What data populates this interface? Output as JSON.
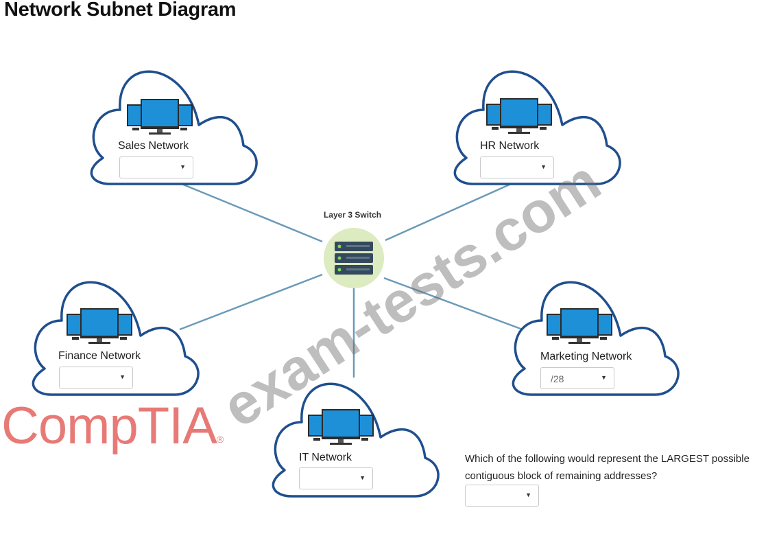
{
  "title": "Network Subnet Diagram",
  "switch": {
    "label": "Layer 3 Switch",
    "icon": "server-rack-icon"
  },
  "networks": [
    {
      "id": "sales",
      "label": "Sales Network",
      "selected": ""
    },
    {
      "id": "hr",
      "label": "HR Network",
      "selected": ""
    },
    {
      "id": "finance",
      "label": "Finance Network",
      "selected": ""
    },
    {
      "id": "marketing",
      "label": "Marketing Network",
      "selected": "/28"
    },
    {
      "id": "it",
      "label": "IT Network",
      "selected": ""
    }
  ],
  "question": {
    "text": "Which of the following would represent the LARGEST possible contiguous block of remaining addresses?",
    "selected": ""
  },
  "watermark": "exam-tests.com",
  "logo": {
    "text": "CompTIA",
    "mark": "®"
  },
  "colors": {
    "cloud_stroke": "#1f4f8f",
    "link_line": "#6a9ab8",
    "monitor": "#1e90d8",
    "switch_glow": "#dcebc0",
    "logo": "#e77a76"
  }
}
